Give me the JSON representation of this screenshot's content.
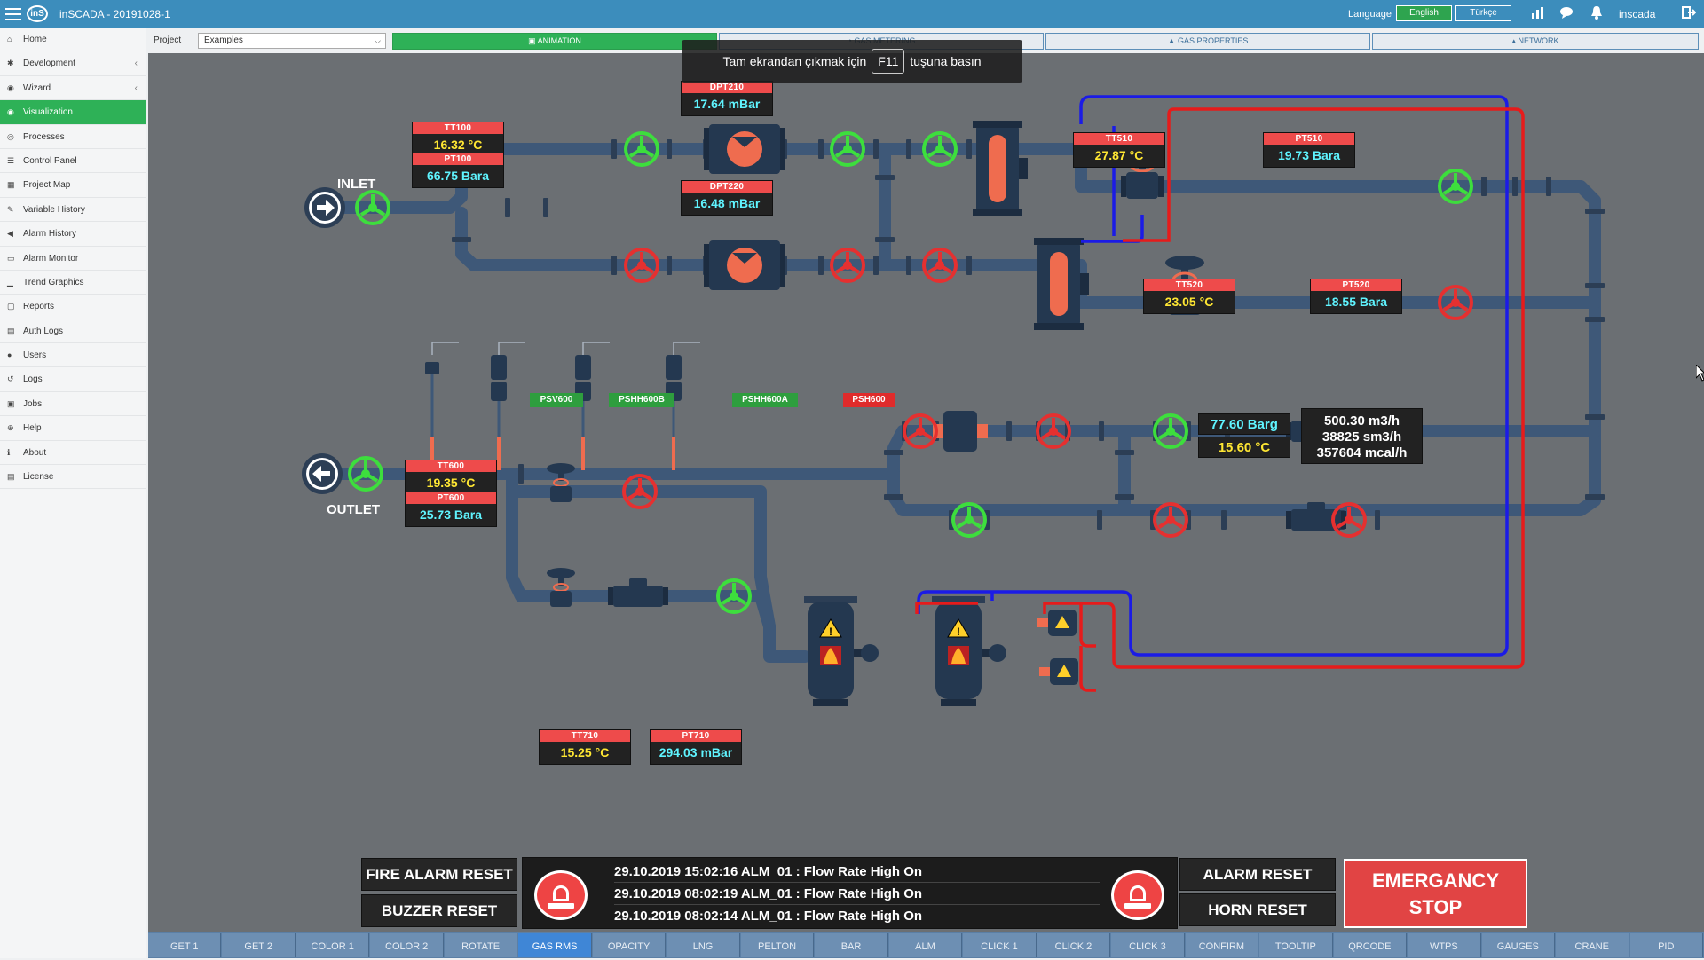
{
  "app": {
    "title": "inSCADA - 20191028-1",
    "logo": "inS"
  },
  "topbar": {
    "language_label": "Language",
    "languages": [
      "English",
      "Türkçe"
    ],
    "selected_language": "English",
    "user": "inscada",
    "icons": [
      "bar-chart-icon",
      "chat-icon",
      "bell-icon",
      "logout-icon"
    ]
  },
  "sidebar": {
    "items": [
      {
        "label": "Home",
        "icon": "home-icon"
      },
      {
        "label": "Development",
        "icon": "tools-icon",
        "expandable": true
      },
      {
        "label": "Wizard",
        "icon": "globe-icon",
        "expandable": true
      },
      {
        "label": "Visualization",
        "icon": "visualization-icon",
        "active": true
      },
      {
        "label": "Processes",
        "icon": "process-icon"
      },
      {
        "label": "Control Panel",
        "icon": "sliders-icon"
      },
      {
        "label": "Project Map",
        "icon": "map-icon"
      },
      {
        "label": "Variable History",
        "icon": "history-icon"
      },
      {
        "label": "Alarm History",
        "icon": "megaphone-icon"
      },
      {
        "label": "Alarm Monitor",
        "icon": "monitor-icon"
      },
      {
        "label": "Trend Graphics",
        "icon": "trend-icon"
      },
      {
        "label": "Reports",
        "icon": "report-icon"
      },
      {
        "label": "Auth Logs",
        "icon": "auth-log-icon"
      },
      {
        "label": "Users",
        "icon": "user-icon"
      },
      {
        "label": "Logs",
        "icon": "logs-icon"
      },
      {
        "label": "Jobs",
        "icon": "jobs-icon"
      },
      {
        "label": "Help",
        "icon": "help-icon"
      },
      {
        "label": "About",
        "icon": "info-icon"
      },
      {
        "label": "License",
        "icon": "license-icon"
      }
    ]
  },
  "project": {
    "label": "Project",
    "selected": "Examples",
    "tabs": [
      {
        "label": "ANIMATION",
        "icon": "film-icon",
        "active": true
      },
      {
        "label": "GAS METERING",
        "icon": "gauge-icon"
      },
      {
        "label": "GAS PROPERTIES",
        "icon": "flask-icon"
      },
      {
        "label": "NETWORK",
        "icon": "network-icon"
      }
    ]
  },
  "fullscreen_notice": {
    "before": "Tam ekrandan çıkmak için",
    "key": "F11",
    "after": "tuşuna basın"
  },
  "labels": {
    "inlet": "INLET",
    "outlet": "OUTLET"
  },
  "tags": {
    "TT100": {
      "name": "TT100",
      "value": "16.32 °C"
    },
    "PT100": {
      "name": "PT100",
      "value": "66.75 Bara"
    },
    "DPT210": {
      "name": "DPT210",
      "value": "17.64 mBar"
    },
    "DPT220": {
      "name": "DPT220",
      "value": "16.48 mBar"
    },
    "TT510": {
      "name": "TT510",
      "value": "27.87 °C"
    },
    "PT510": {
      "name": "PT510",
      "value": "19.73 Bara"
    },
    "TT520": {
      "name": "TT520",
      "value": "23.05 °C"
    },
    "PT520": {
      "name": "PT520",
      "value": "18.55 Bara"
    },
    "TT600": {
      "name": "TT600",
      "value": "19.35 °C"
    },
    "PT600": {
      "name": "PT600",
      "value": "25.73 Bara"
    },
    "TT710": {
      "name": "TT710",
      "value": "15.25 °C"
    },
    "PT710": {
      "name": "PT710",
      "value": "294.03 mBar"
    }
  },
  "switches": [
    {
      "name": "PSV600",
      "color": "#2e9e3e"
    },
    {
      "name": "PSHH600B",
      "color": "#2e9e3e"
    },
    {
      "name": "PSHH600A",
      "color": "#2e9e3e"
    },
    {
      "name": "PSH600",
      "color": "#e02b2b"
    }
  ],
  "readouts": {
    "pressure": "77.60 Barg",
    "temperature": "15.60 °C"
  },
  "flow": {
    "volume": "500.30 m3/h",
    "std_volume": "38825 sm3/h",
    "energy": "357604 mcal/h"
  },
  "buttons": {
    "fire_alarm_reset": "FIRE ALARM RESET",
    "buzzer_reset": "BUZZER RESET",
    "alarm_reset": "ALARM RESET",
    "horn_reset": "HORN RESET",
    "emergency_stop_1": "EMERGANCY",
    "emergency_stop_2": "STOP"
  },
  "alarms": [
    "29.10.2019 15:02:16 ALM_01 : Flow Rate High On",
    "29.10.2019 08:02:19 ALM_01 : Flow Rate High On",
    "29.10.2019 08:02:14 ALM_01 : Flow Rate High On"
  ],
  "bottom_tabs": [
    "GET 1",
    "GET 2",
    "COLOR 1",
    "COLOR 2",
    "ROTATE",
    "GAS RMS",
    "OPACITY",
    "LNG",
    "PELTON",
    "BAR",
    "ALM",
    "CLICK 1",
    "CLICK 2",
    "CLICK 3",
    "CONFIRM",
    "TOOLTIP",
    "QRCODE",
    "WTPS",
    "GAUGES",
    "CRANE",
    "PID"
  ],
  "active_bottom_tab": "GAS RMS",
  "colors": {
    "accent": "#3c8dbc",
    "active": "#2eb157",
    "pipe": "#3e5878",
    "valve_open": "#3dde3d",
    "valve_closed": "#e53030",
    "alarm": "#e14444",
    "canvas": "#6b6f73"
  }
}
